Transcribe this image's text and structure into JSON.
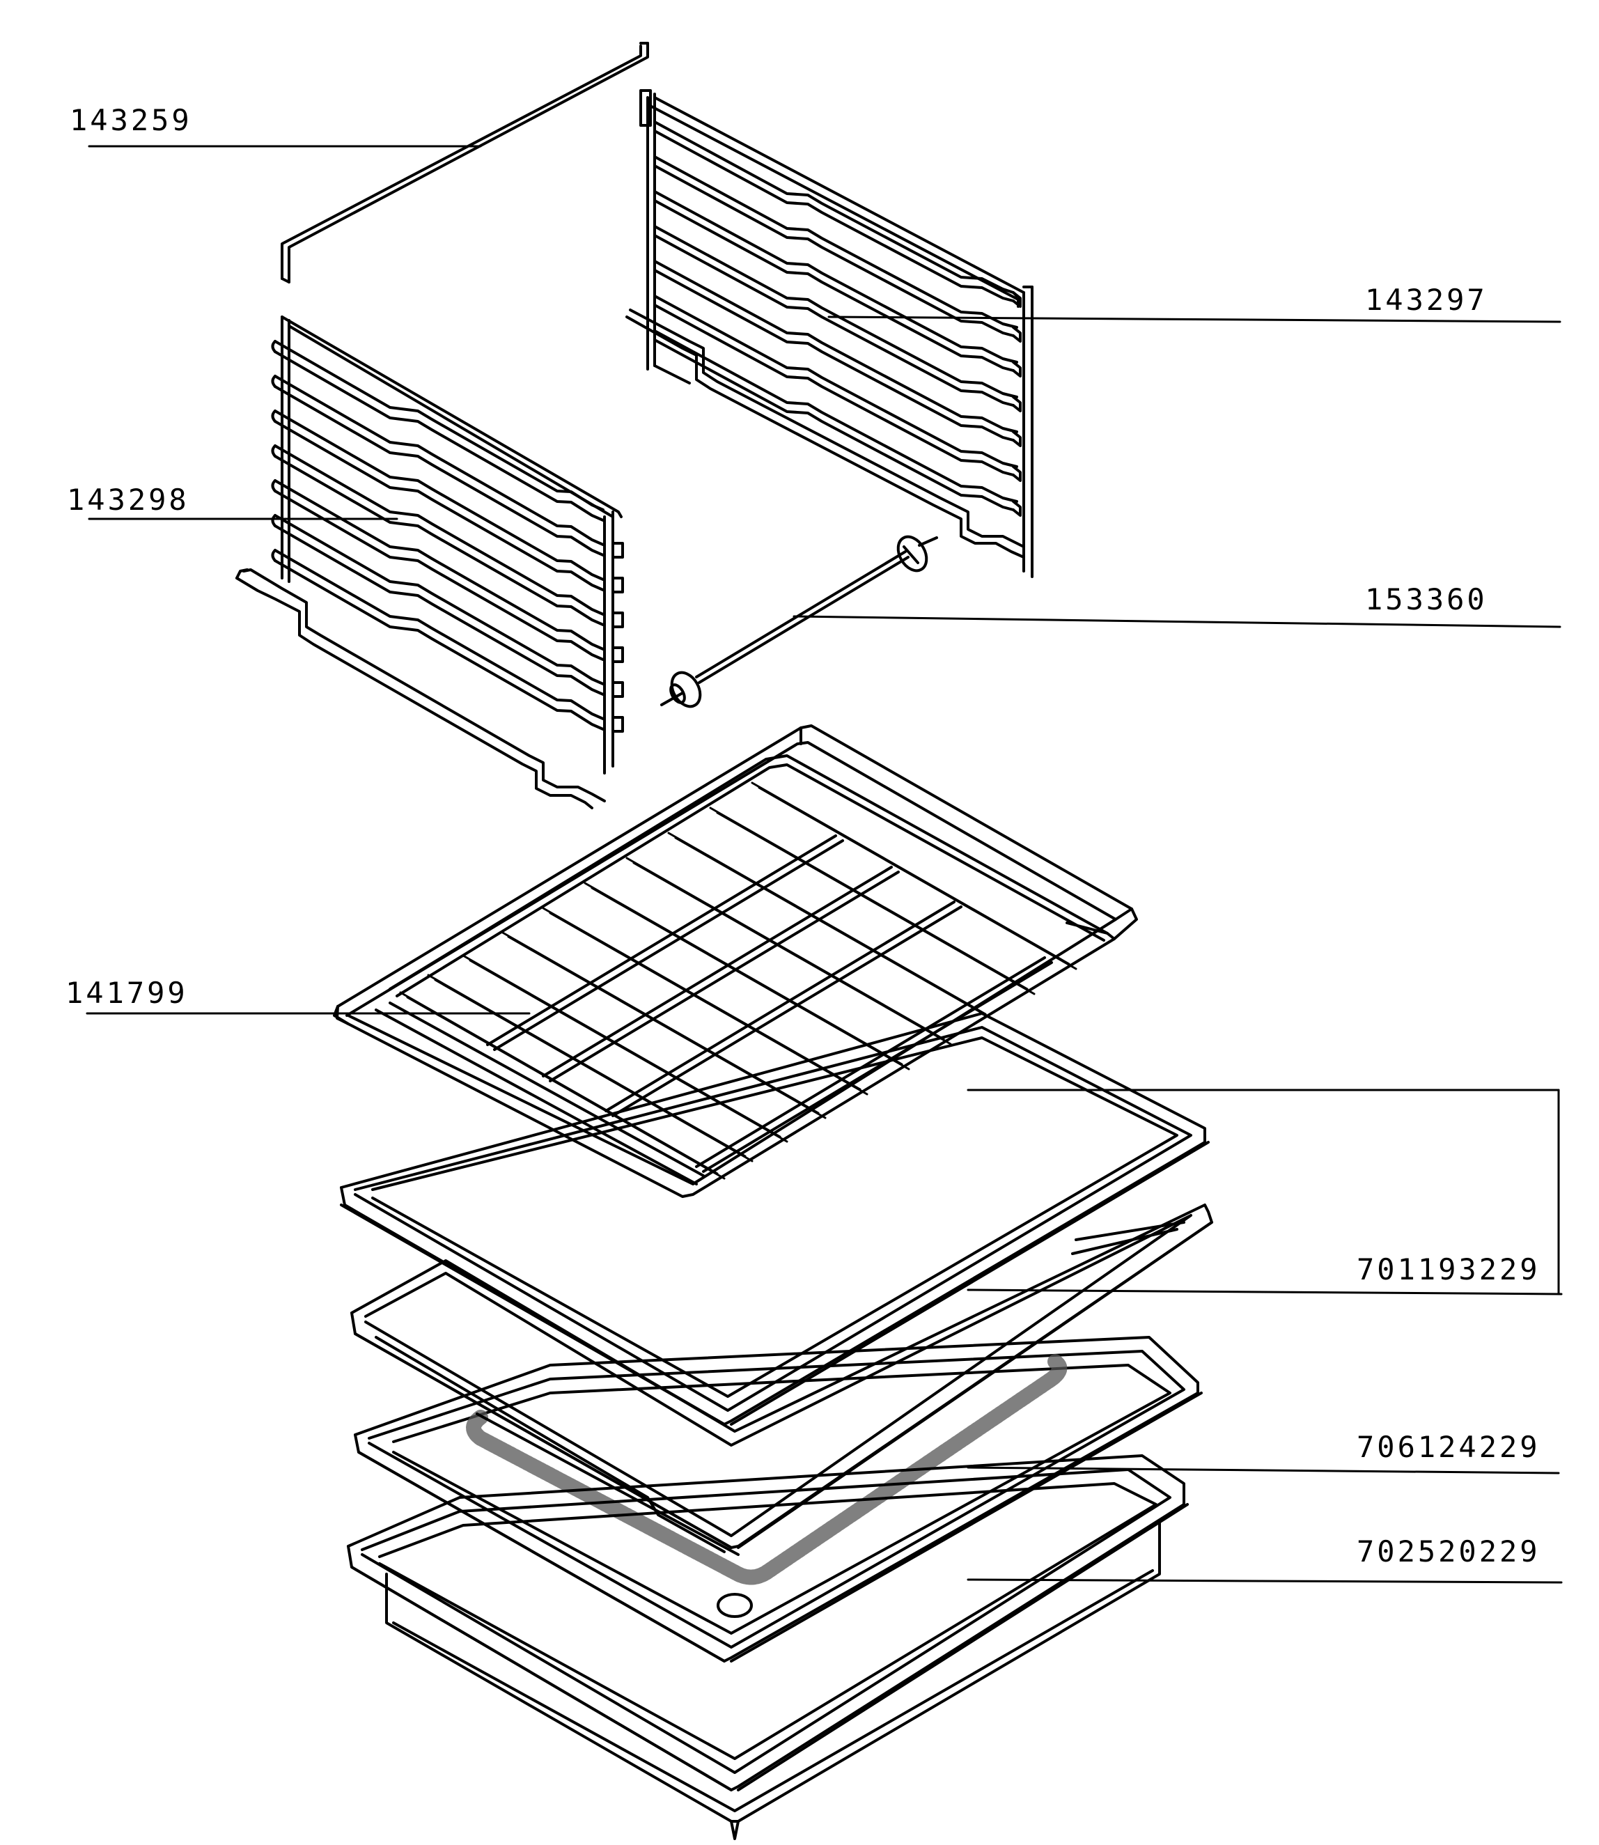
{
  "diagram": {
    "line_color": "#000000",
    "background_color": "#ffffff",
    "labels": {
      "l143259": "143259",
      "l143297": "143297",
      "l143298": "143298",
      "l153360": "153360",
      "l141799": "141799",
      "l701193229": "701193229",
      "l706124229": "706124229",
      "l702520229": "702520229"
    }
  }
}
